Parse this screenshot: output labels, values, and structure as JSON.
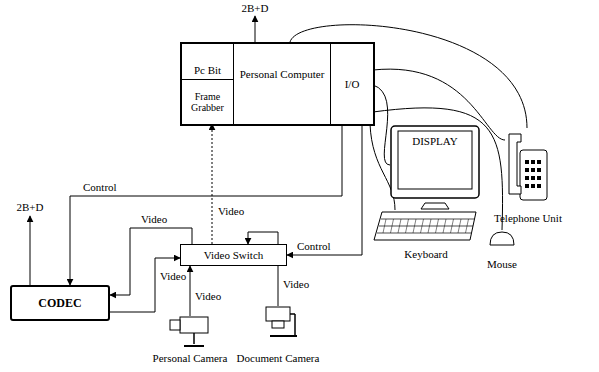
{
  "diagram": {
    "nodes": [
      {
        "text": [
          "Personal Computer"
        ]
      },
      {
        "text": [
          "Pc Bit"
        ],
        "in": 0
      },
      {
        "text": [
          "Frame Grabber"
        ],
        "in": 0
      },
      {
        "text": [
          "I/O"
        ],
        "in": 0
      },
      {
        "text": [
          "DISPLAY"
        ]
      },
      {
        "text": [
          "Telephone Unit"
        ]
      },
      {
        "text": [
          "CODEC"
        ]
      },
      {
        "text": [
          "Video Switch"
        ]
      },
      {
        "text": [
          "Keyboard"
        ]
      },
      {
        "text": [
          "Mouse"
        ]
      },
      {
        "text": [
          "Personal Camera"
        ]
      },
      {
        "text": [
          "Document Camera"
        ]
      }
    ],
    "edges": [
      {
        "from": 3,
        "to": 6,
        "arrow": "to",
        "label": "Control"
      },
      {
        "from": 3,
        "to": 7,
        "arrow": "to",
        "label": "Control"
      },
      {
        "from": 7,
        "to": 2,
        "arrow": "to",
        "label": "Video"
      },
      {
        "from": 7,
        "to": 6,
        "arrow": "to",
        "label": "Video"
      },
      {
        "from": 6,
        "to": 7,
        "arrow": "to",
        "label": "Video"
      },
      {
        "from": 10,
        "to": 7,
        "arrow": "to",
        "label": "Video"
      },
      {
        "from": 11,
        "to": 7,
        "arrow": "to",
        "label": "Video"
      },
      {
        "from": 3,
        "to": 4,
        "arrow": "none"
      },
      {
        "from": 3,
        "to": 8,
        "arrow": "none"
      },
      {
        "from": 3,
        "to": 9,
        "arrow": "none"
      },
      {
        "from": 0,
        "to": 5,
        "arrow": "none"
      },
      {
        "from": 3,
        "to": 5,
        "arrow": "none"
      }
    ],
    "labels": [
      "2B+D",
      "2B+D"
    ]
  }
}
